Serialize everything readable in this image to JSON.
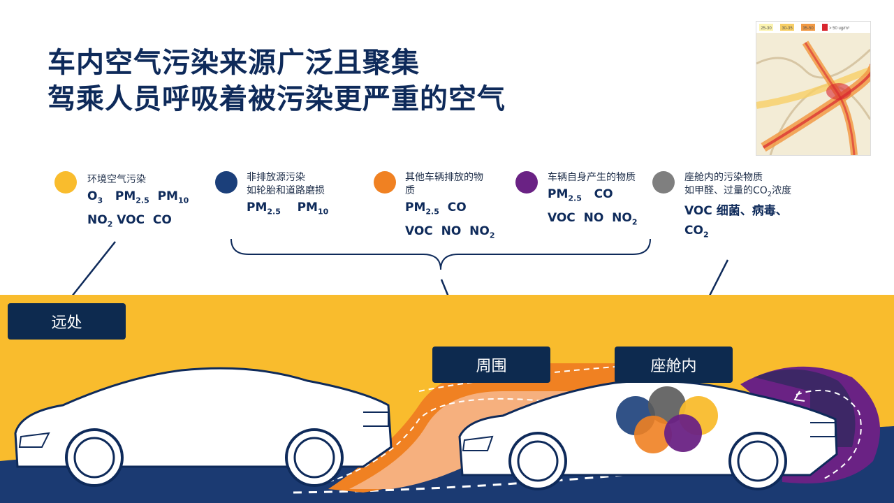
{
  "title": {
    "line1": "车内空气污染来源广泛且聚集",
    "line2": "驾乘人员呼吸着被污染更严重的空气"
  },
  "map_legend": [
    "25-30",
    "30-35",
    "35-50",
    "> 50 ug/m³"
  ],
  "colors": {
    "navy": "#0d2a4f",
    "yellow": "#f9bc2d",
    "orange": "#f08122",
    "purple": "#6a2284",
    "gray": "#7f7f7f",
    "blue": "#1b3f7a"
  },
  "sources": [
    {
      "color": "yellow",
      "line1": "环境空气污染",
      "line2": "",
      "chem1": [
        "O",
        "3",
        "PM",
        "2.5",
        "PM",
        "10"
      ],
      "chem1_text": "O3 PM2.5 PM10",
      "chem2_text": "NO2 VOC CO"
    },
    {
      "color": "blue",
      "line1": "非排放源污染",
      "line2": "如轮胎和道路磨损",
      "chem1_text": "PM2.5 PM10",
      "chem2_text": ""
    },
    {
      "color": "orange",
      "line1": "其他车辆排放的物",
      "line2": "质",
      "chem1_text": "PM2.5 CO",
      "chem2_text": "VOC NO NO2"
    },
    {
      "color": "purple",
      "line1": "车辆自身产生的物质",
      "line2": "",
      "chem1_text": "PM2.5 CO",
      "chem2_text": "VOC NO NO2"
    },
    {
      "color": "gray",
      "line1": "座舱内的污染物质",
      "line2": "如甲醛、过量的CO2浓度",
      "chem1_text": "VOC 细菌、病毒、",
      "chem2_text": "CO2"
    }
  ],
  "labels": {
    "far": "远处",
    "around": "周围",
    "cabin": "座舱内"
  }
}
